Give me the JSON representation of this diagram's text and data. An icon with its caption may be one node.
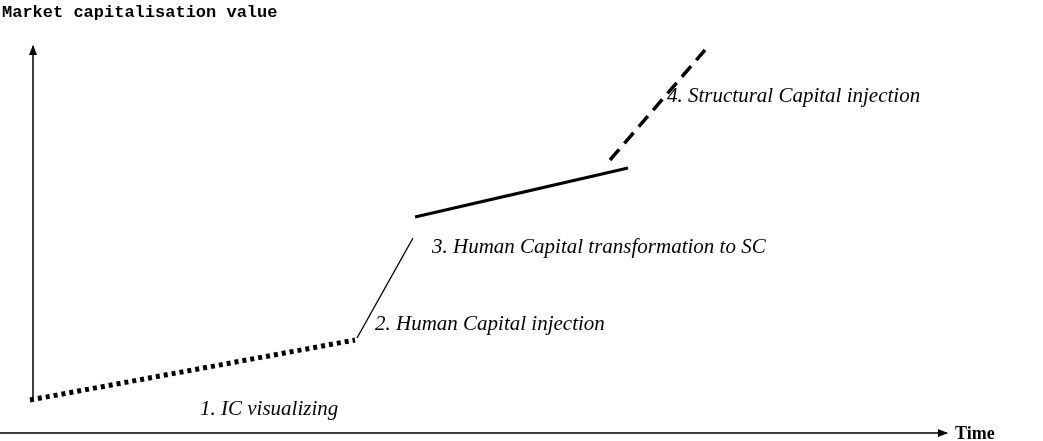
{
  "diagram": {
    "labels": [
      "Market capitalisation value",
      "4. Structural Capital injection",
      "3. Human Capital transformation to SC",
      "2. Human Capital injection",
      "1. IC visualizing",
      "Time"
    ]
  }
}
